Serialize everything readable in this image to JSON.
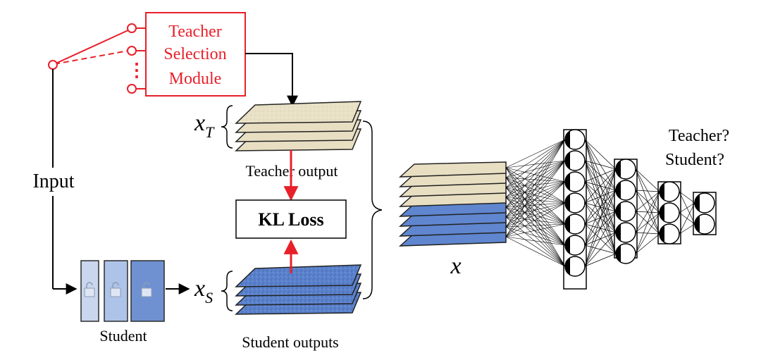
{
  "colors": {
    "red": "#e8202a",
    "black": "#000000",
    "teacher_fill": "#e8dfc3",
    "student_fill": "#5f86cf",
    "student_block_light": "#c5d3ec",
    "student_block_mid": "#a9bfe6",
    "student_block_dark": "#6e90d0"
  },
  "switch": {
    "module_lines": [
      "Teacher",
      "Selection",
      "Module"
    ],
    "dots": "⋮"
  },
  "labels": {
    "input": "Input",
    "x_t_main": "x",
    "x_t_sub": "T",
    "x_s_main": "x",
    "x_s_sub": "S",
    "teacher_output": "Teacher output",
    "kl_loss": "KL Loss",
    "student_outputs": "Student outputs",
    "student": "Student",
    "x_merged": "x",
    "question_teacher": "Teacher?",
    "question_student": "Student?"
  },
  "network": {
    "layer_sizes": [
      7,
      5,
      3,
      2
    ]
  }
}
